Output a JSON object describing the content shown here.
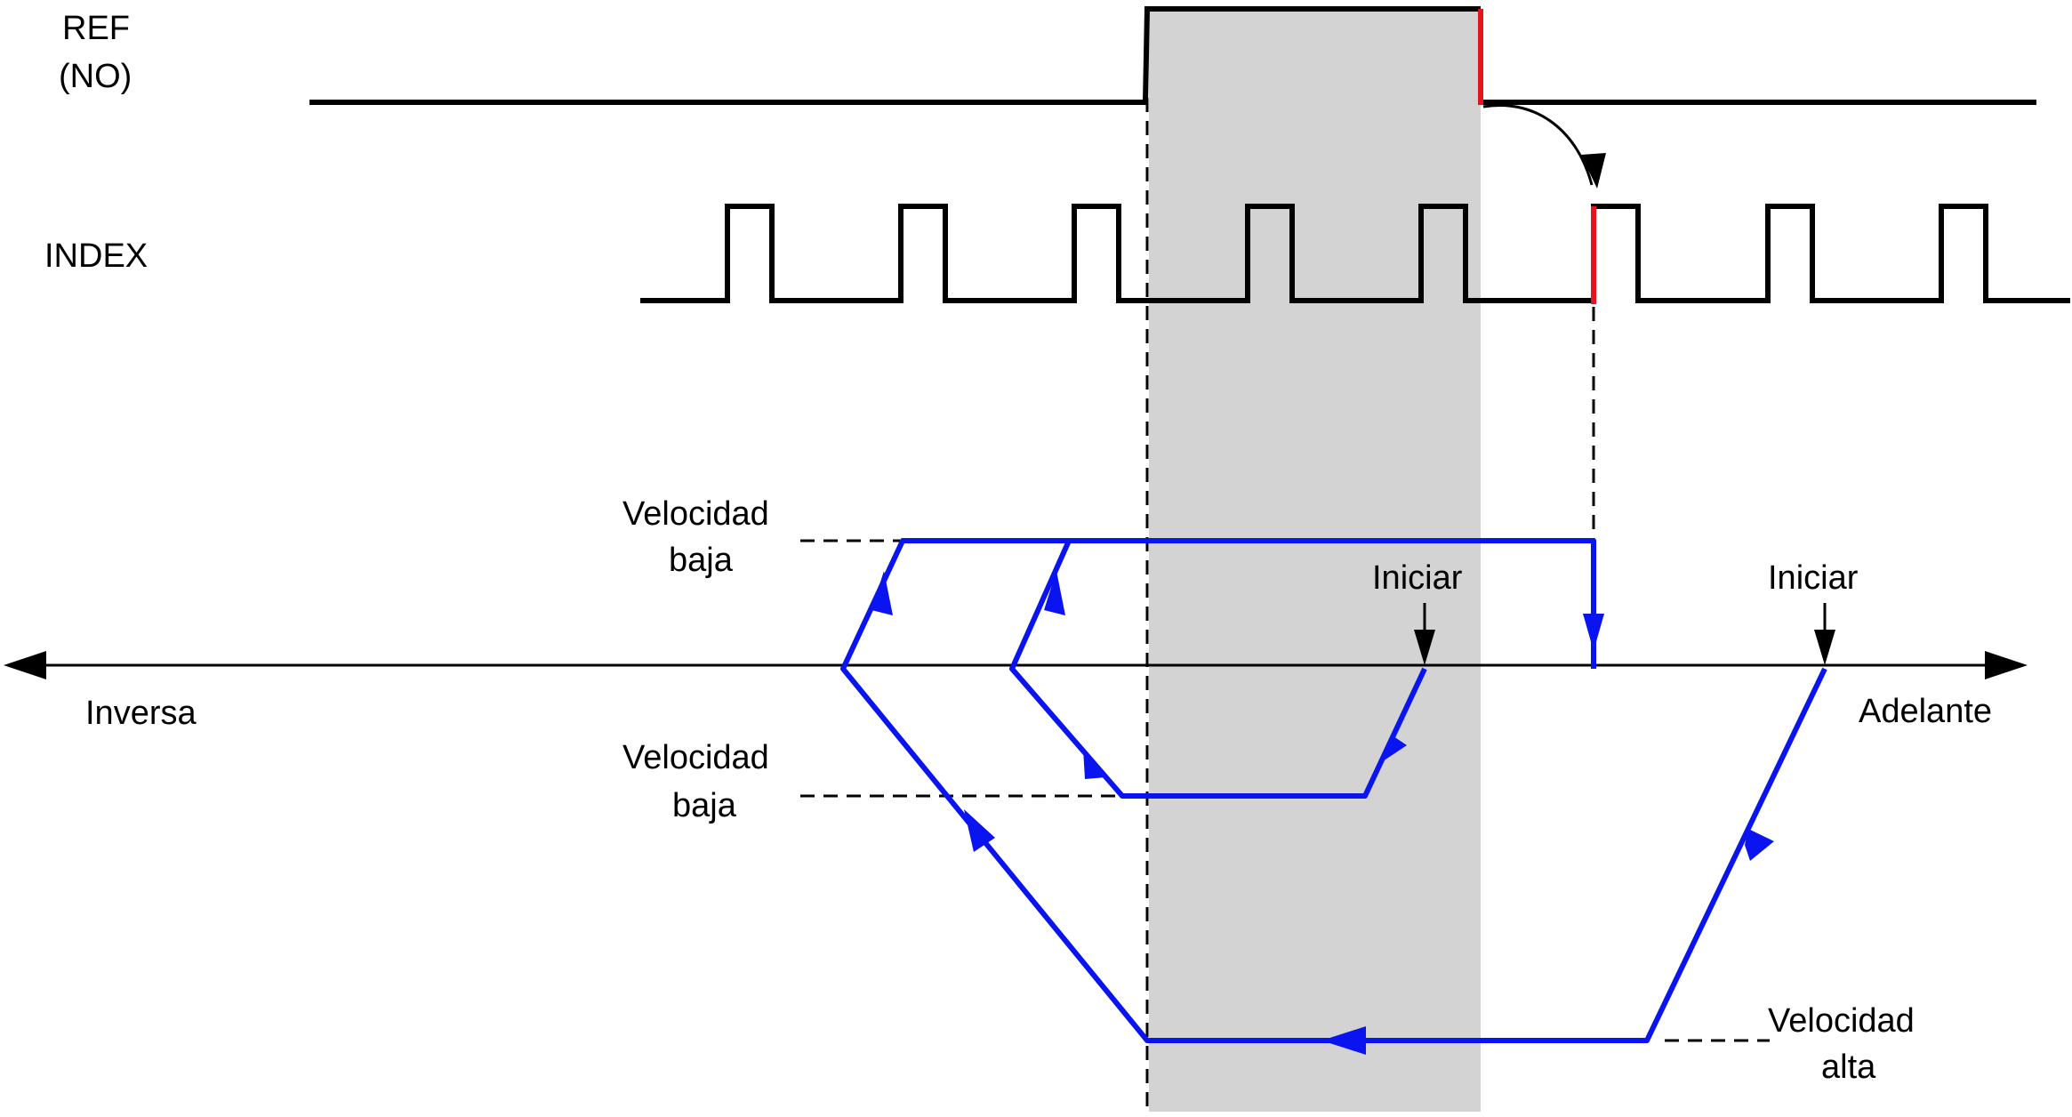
{
  "signals": {
    "ref_label_line1": "REF",
    "ref_label_line2": "(NO)",
    "index_label": "INDEX"
  },
  "axis": {
    "left_label": "Inversa",
    "right_label": "Adelante"
  },
  "annotations": {
    "low_speed_top_line1": "Velocidad",
    "low_speed_top_line2": "baja",
    "low_speed_mid_line1": "Velocidad",
    "low_speed_mid_line2": "baja",
    "high_speed_line1": "Velocidad",
    "high_speed_line2": "alta",
    "start_left": "Iniciar",
    "start_right": "Iniciar"
  },
  "colors": {
    "trajectory": "#0a14f0",
    "edge_highlight": "#e8141c",
    "reference_zone": "#d3d3d3",
    "signal": "#000000"
  }
}
